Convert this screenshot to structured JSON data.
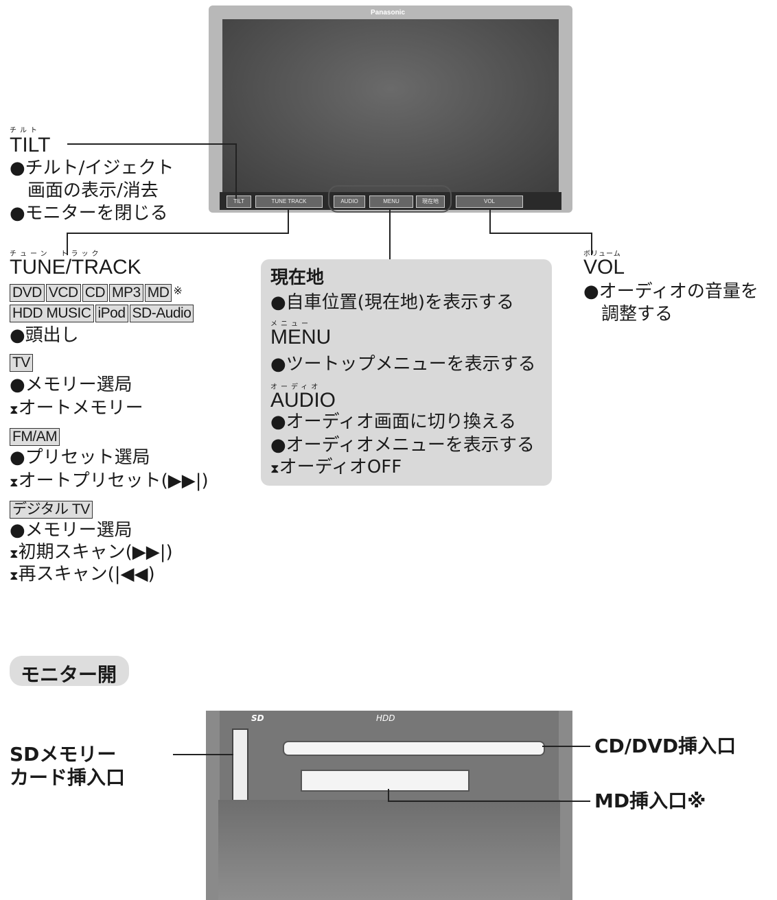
{
  "device_top": {
    "brand": "Panasonic",
    "buttons": {
      "tilt": "TILT",
      "tune_track": "TUNE TRACK",
      "audio": "AUDIO",
      "menu": "MENU",
      "genzaichi": "現在地",
      "vol": "VOL"
    }
  },
  "tilt": {
    "ruby": "チルト",
    "title": "TILT",
    "items": [
      "●チルト/イジェクト",
      "画面の表示/消去",
      "●モニターを閉じる"
    ]
  },
  "tune_track": {
    "ruby": "チューン　トラック",
    "title": "TUNE/TRACK",
    "tags_row1": [
      "DVD",
      "VCD",
      "CD",
      "MP3",
      "MD"
    ],
    "tags_row1_mark": "※",
    "tags_row2": [
      "HDD MUSIC",
      "iPod",
      "SD-Audio"
    ],
    "item_head": "●頭出し",
    "tv_tag": "TV",
    "tv_items": [
      "●メモリー選局",
      "オートメモリー"
    ],
    "fmam_tag": "FM/AM",
    "fmam_items": [
      "●プリセット選局",
      "オートプリセット(▶▶|)"
    ],
    "dtv_tag": "デジタル TV",
    "dtv_items": [
      "●メモリー選局",
      "初期スキャン(▶▶|)",
      "再スキャン(|◀◀)"
    ]
  },
  "panel": {
    "genzaichi_title": "現在地",
    "genzaichi_item": "●自車位置(現在地)を表示する",
    "menu_ruby": "メニュー",
    "menu_title": "MENU",
    "menu_item": "●ツートップメニューを表示する",
    "audio_ruby": "オーディオ",
    "audio_title": "AUDIO",
    "audio_items": [
      "●オーディオ画面に切り換える",
      "●オーディオメニューを表示する",
      "オーディオOFF"
    ]
  },
  "vol": {
    "ruby": "ボリューム",
    "title": "VOL",
    "items": [
      "●オーディオの音量を",
      "調整する"
    ]
  },
  "monitor_open": {
    "title": "モニター開",
    "sd_label": [
      "SDメモリー",
      "カード挿入口"
    ],
    "cd_label": "CD/DVD挿入口",
    "md_label": "MD挿入口※",
    "sd_logo": "SD",
    "hdd_logo": "HDD"
  }
}
